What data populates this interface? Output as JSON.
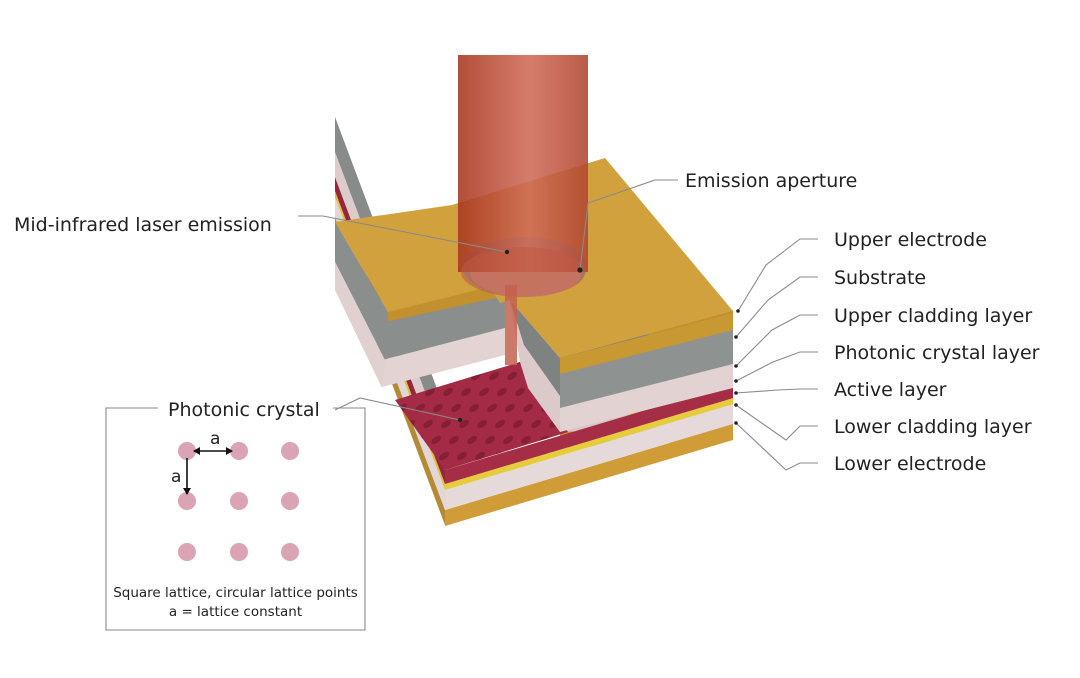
{
  "labels": {
    "emission_aperture": "Emission aperture",
    "laser_emission": "Mid-infrared laser emission",
    "upper_electrode": "Upper electrode",
    "substrate": "Substrate",
    "upper_cladding": "Upper cladding layer",
    "photonic_crystal_layer": "Photonic crystal layer",
    "active_layer": "Active layer",
    "lower_cladding": "Lower cladding layer",
    "lower_electrode": "Lower electrode"
  },
  "inset": {
    "title": "Photonic crystal",
    "lattice_symbol_h": "a",
    "lattice_symbol_v": "a",
    "caption_line1": "Square lattice, circular lattice points",
    "caption_line2": "a = lattice constant"
  },
  "colors": {
    "gold": "#d1a13d",
    "gray": "#8e9290",
    "cladding": "#e2d2d2",
    "crystal": "#a42b45",
    "active": "#e2c93a",
    "beam": "#b4432c",
    "lattice_point": "#dba4b5"
  }
}
